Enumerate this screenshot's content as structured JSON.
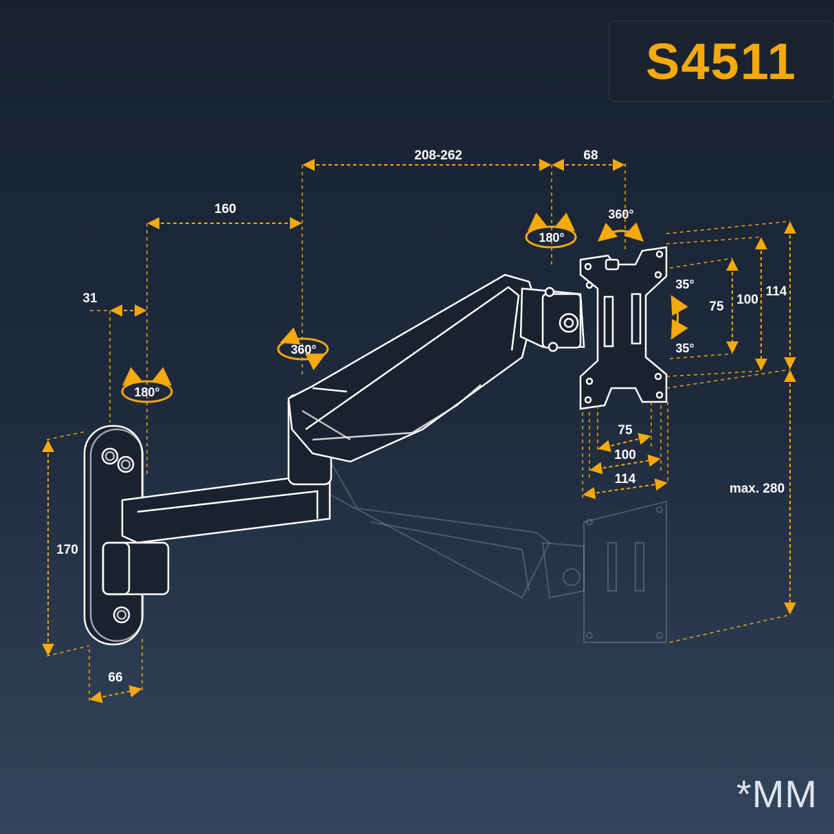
{
  "model": "S4511",
  "unit_note": "*MM",
  "dimensions": {
    "arm_offset": "31",
    "arm1_length": "160",
    "arm2_length": "208-262",
    "head_depth": "68",
    "plate_height": "170",
    "plate_width": "66",
    "vesa_75_h": "75",
    "vesa_100_h": "100",
    "vesa_114_h": "114",
    "vesa_75_w": "75",
    "vesa_100_w": "100",
    "vesa_114_w": "114",
    "height_adjust": "max. 280"
  },
  "angles": {
    "wall_swivel": "180°",
    "arm_swivel": "360°",
    "head_swivel": "180°",
    "rotation": "360°",
    "tilt_up": "35°",
    "tilt_down": "35°"
  },
  "colors": {
    "accent": "#f5a90d",
    "line": "#ffffff",
    "background_top": "#172130",
    "background_bottom": "#33455d"
  }
}
